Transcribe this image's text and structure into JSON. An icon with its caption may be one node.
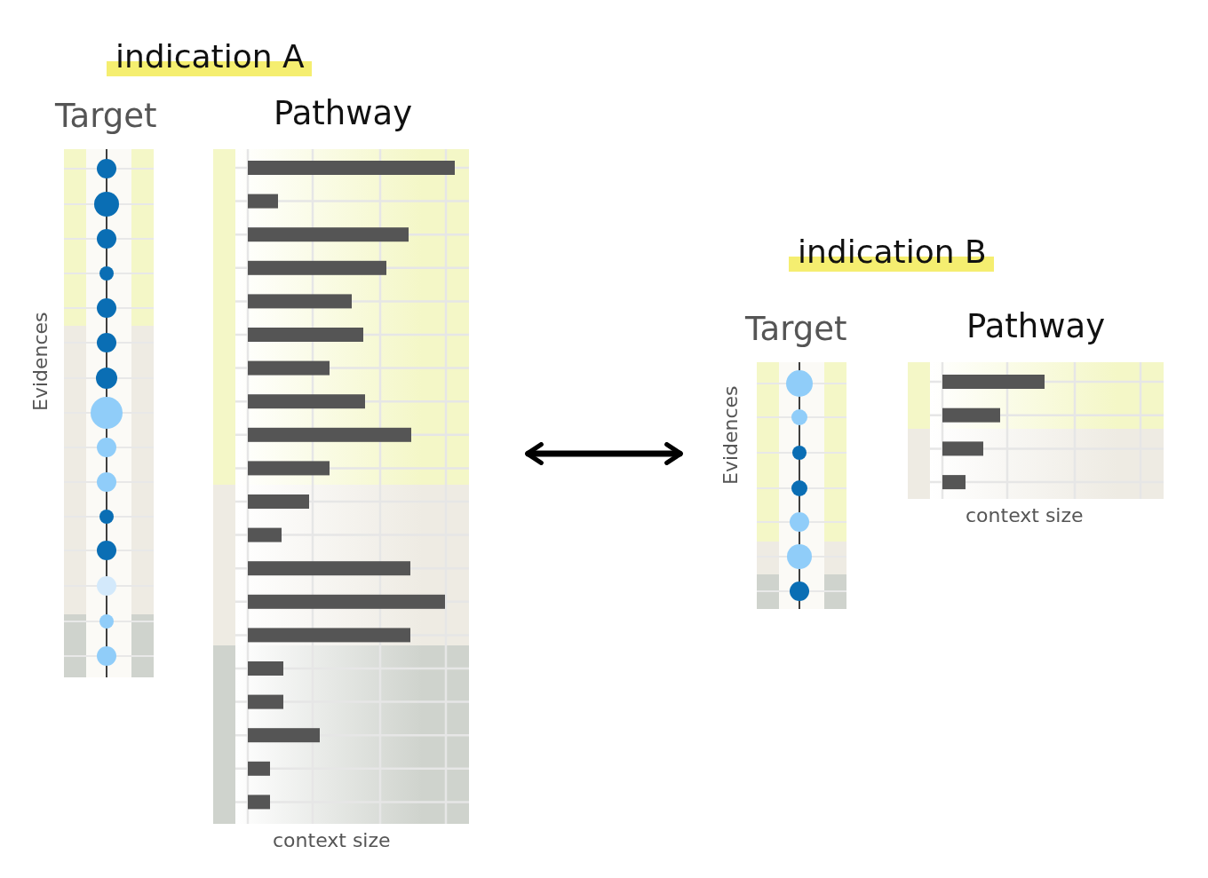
{
  "diagram": {
    "nodes": [
      {
        "text": [
          "Target",
          "Evidences"
        ]
      },
      {
        "text": [
          "Pathway",
          "context size"
        ]
      },
      {
        "text": [
          "Target",
          "Evidences"
        ]
      },
      {
        "text": [
          "Pathway",
          "context size"
        ]
      }
    ],
    "edges": [
      {
        "from": 1,
        "to": 2,
        "arrow": "both"
      }
    ],
    "labels": [
      "indication A",
      "indication B"
    ]
  }
}
